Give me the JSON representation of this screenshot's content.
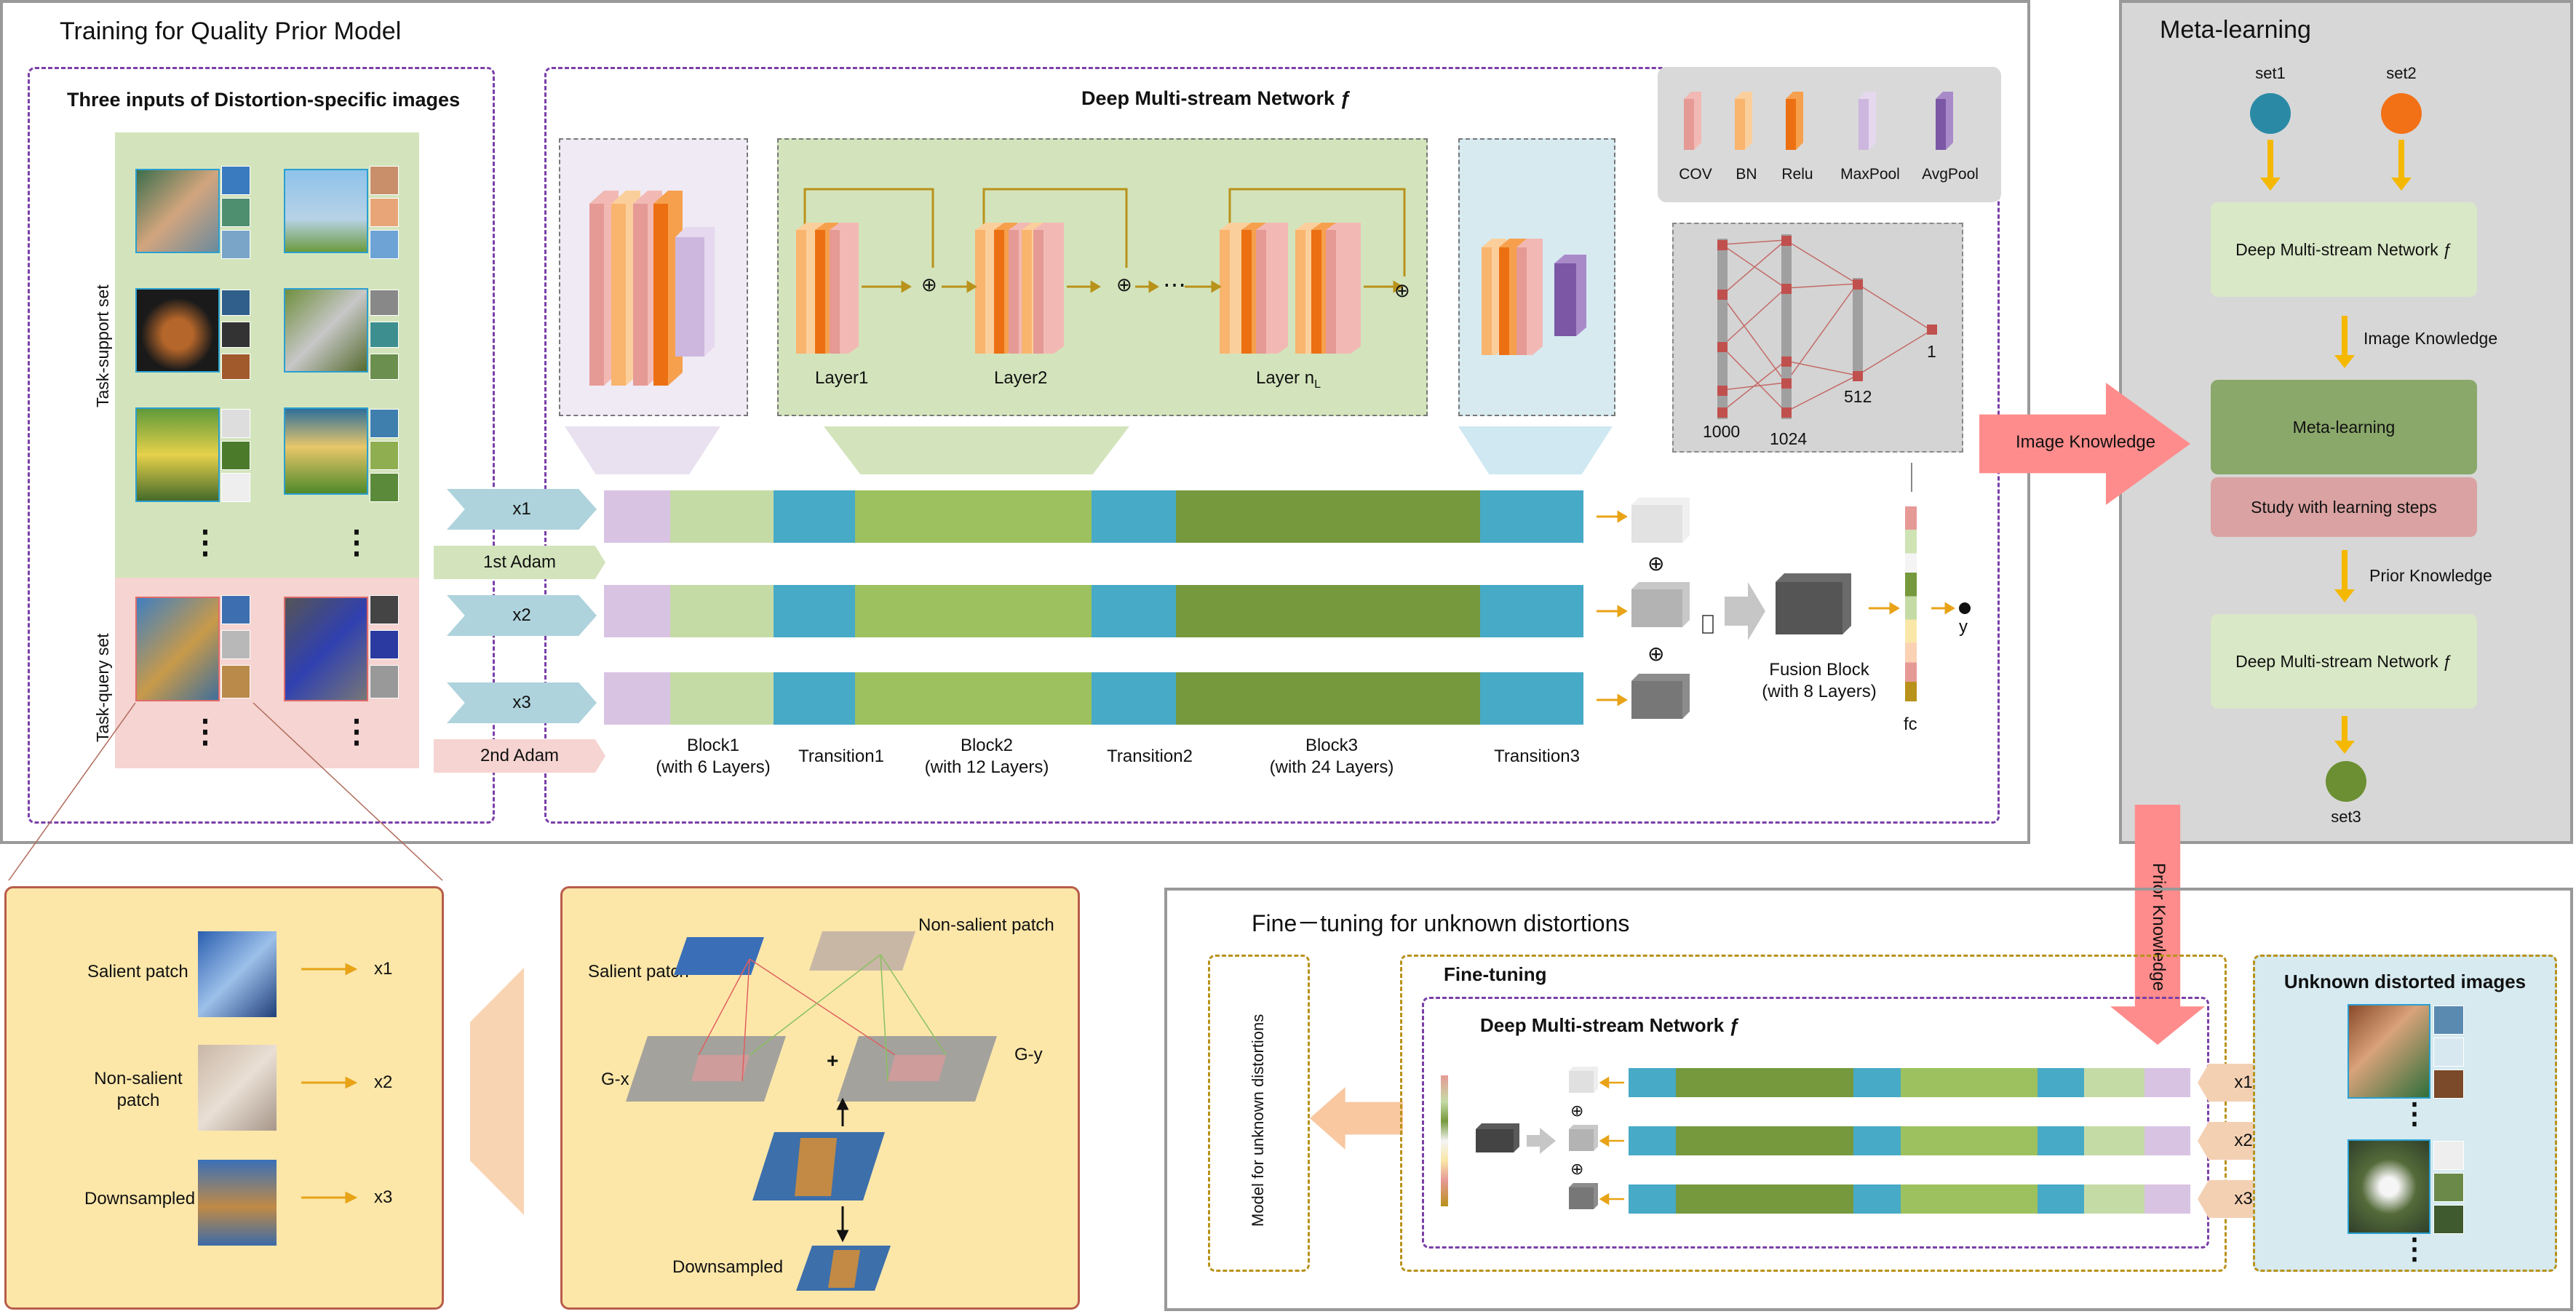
{
  "training": {
    "title": "Training for Quality Prior Model",
    "inputs_title": "Three inputs of Distortion-specific images",
    "support_label": "Task-support set",
    "query_label": "Task-query set",
    "dots": "⋮"
  },
  "network": {
    "title": "Deep Multi-stream Network ƒ",
    "layer1": "Layer1",
    "layer2": "Layer2",
    "layern": "Layer n",
    "layern_sub": "L",
    "ellipsis": "⋯",
    "plus": "⊕",
    "legend": [
      "COV",
      "BN",
      "Relu",
      "MaxPool",
      "AvgPool"
    ],
    "fc_nums": [
      "1000",
      "1024",
      "512",
      "1"
    ],
    "inputs": [
      "x1",
      "x2",
      "x3"
    ],
    "adam1": "1st Adam",
    "adam2": "2nd Adam",
    "block_labels": [
      {
        "l1": "Block1",
        "l2": "(with 6 Layers)"
      },
      {
        "l1": "Transition1",
        "l2": ""
      },
      {
        "l1": "Block2",
        "l2": "(with 12 Layers)"
      },
      {
        "l1": "Transition2",
        "l2": ""
      },
      {
        "l1": "Block3",
        "l2": "(with 24 Layers)"
      },
      {
        "l1": "Transition3",
        "l2": ""
      }
    ],
    "fusion_l1": "Fusion Block",
    "fusion_l2": "(with 8 Layers)",
    "fc_label": "fc",
    "y_label": "y"
  },
  "meta": {
    "title": "Meta-learning",
    "set1": "set1",
    "set2": "set2",
    "set3": "set3",
    "dmn1": "Deep Multi-stream Network ƒ",
    "image_knowledge": "Image Knowledge",
    "meta_box": "Meta-learning",
    "study_box": "Study with learning steps",
    "prior_knowledge": "Prior Knowledge",
    "dmn2": "Deep Multi-stream Network ƒ"
  },
  "big_arrows": {
    "image_knowledge": "Image Knowledge",
    "prior_knowledge": "Prior Knowledge"
  },
  "patches": {
    "salient": "Salient patch",
    "non_salient_l1": "Non-salient",
    "non_salient_l2": "patch",
    "downsampled": "Downsampled",
    "x1": "x1",
    "x2": "x2",
    "x3": "x3"
  },
  "saliency": {
    "salient": "Salient patch",
    "non_salient": "Non-salient patch",
    "gx": "G-x",
    "gy": "G-y",
    "plus": "+",
    "downsampled": "Downsampled"
  },
  "finetune": {
    "title": "Fine－tuning for unknown distortions",
    "ft_label": "Fine-tuning",
    "dmn": "Deep Multi-stream Network ƒ",
    "model_label": "Model for unknown distortions",
    "unknown_title": "Unknown distorted images",
    "inputs": [
      "x1",
      "x2",
      "x3"
    ],
    "dots": "⋮"
  },
  "colors": {
    "lavender": "#d9c3e3",
    "light_green": "#c5dba6",
    "teal": "#47aac7",
    "mid_green": "#9dc15e",
    "dark_green": "#76993d",
    "salmon": "#ff8c8c",
    "orange_dark": "#f07f1f",
    "orange_light": "#f9c08f"
  }
}
